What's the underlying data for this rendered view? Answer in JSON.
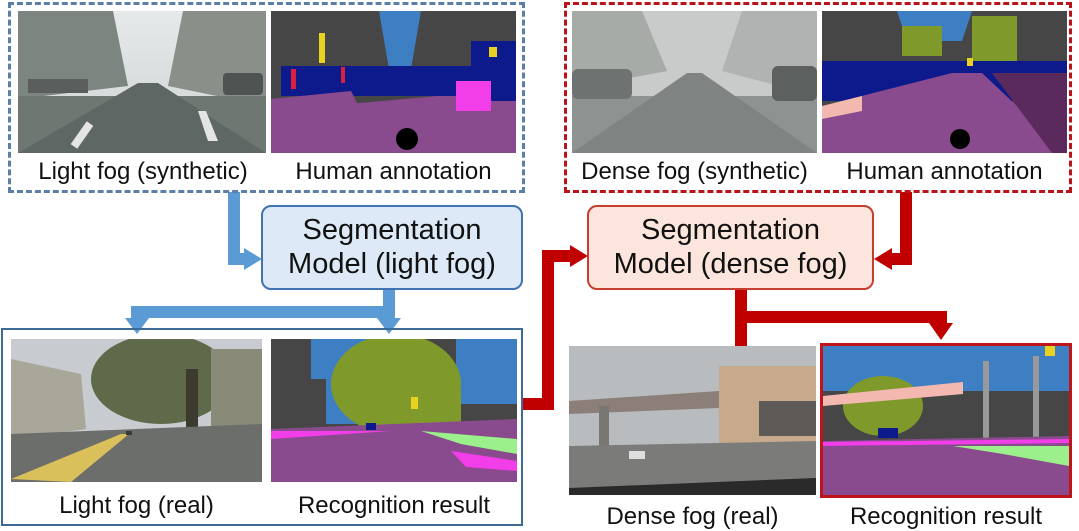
{
  "light_synthetic": {
    "image_caption": "Light fog (synthetic)",
    "annotation_caption": "Human annotation"
  },
  "dense_synthetic": {
    "image_caption": "Dense fog (synthetic)",
    "annotation_caption": "Human annotation"
  },
  "model_light": {
    "line1": "Segmentation",
    "line2": "Model (light fog)"
  },
  "model_dense": {
    "line1": "Segmentation",
    "line2": "Model (dense fog)"
  },
  "light_real": {
    "image_caption": "Light fog (real)",
    "result_caption": "Recognition result"
  },
  "dense_real": {
    "image_caption": "Dense fog (real)",
    "result_caption": "Recognition result"
  },
  "colors": {
    "blue_arrow": "#5b9bd5",
    "red_arrow": "#c00000",
    "road": "#8a4a8e",
    "sky": "#3e7fc4",
    "vegetation": "#7f9a2a",
    "building": "#464646",
    "car": "#0c1a8c",
    "sidewalk": "#f23ee8",
    "terrain": "#9bf08c"
  }
}
